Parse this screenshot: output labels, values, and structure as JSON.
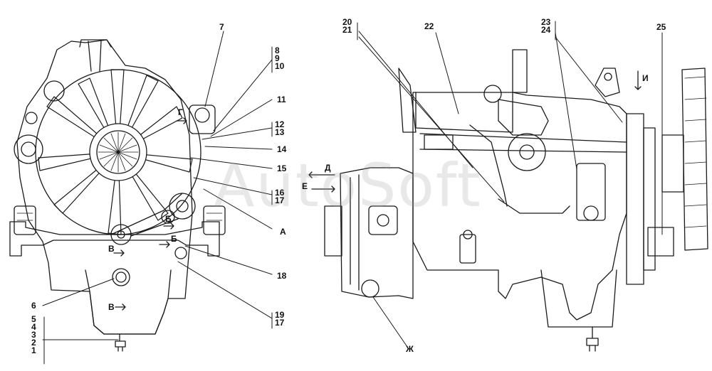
{
  "watermark": "AutoSoft",
  "left_view": {
    "callouts": {
      "c7": "7",
      "c11": "11",
      "c14": "14",
      "c15": "15",
      "c18": "18",
      "c6": "6",
      "cA": "А",
      "stack_8_9_10": [
        "8",
        "9",
        "10"
      ],
      "stack_12_13": [
        "12",
        "13"
      ],
      "stack_16_17": [
        "16",
        "17"
      ],
      "stack_19_17": [
        "19",
        "17"
      ],
      "stack_5_1": [
        "5",
        "4",
        "3",
        "2",
        "1"
      ]
    },
    "view_marks": {
      "g": "Г",
      "b1": "Б",
      "b2": "Б",
      "v1": "В",
      "v2": "В"
    }
  },
  "right_view": {
    "callouts": {
      "c22": "22",
      "c25": "25",
      "cZh": "Ж",
      "stack_20_21": [
        "20",
        "21"
      ],
      "stack_23_24": [
        "23",
        "24"
      ]
    },
    "view_marks": {
      "i": "И",
      "d": "Д",
      "e": "Е"
    }
  },
  "colors": {
    "line": "#1a1a1a",
    "fill": "#ffffff",
    "watermark": "#969696"
  }
}
